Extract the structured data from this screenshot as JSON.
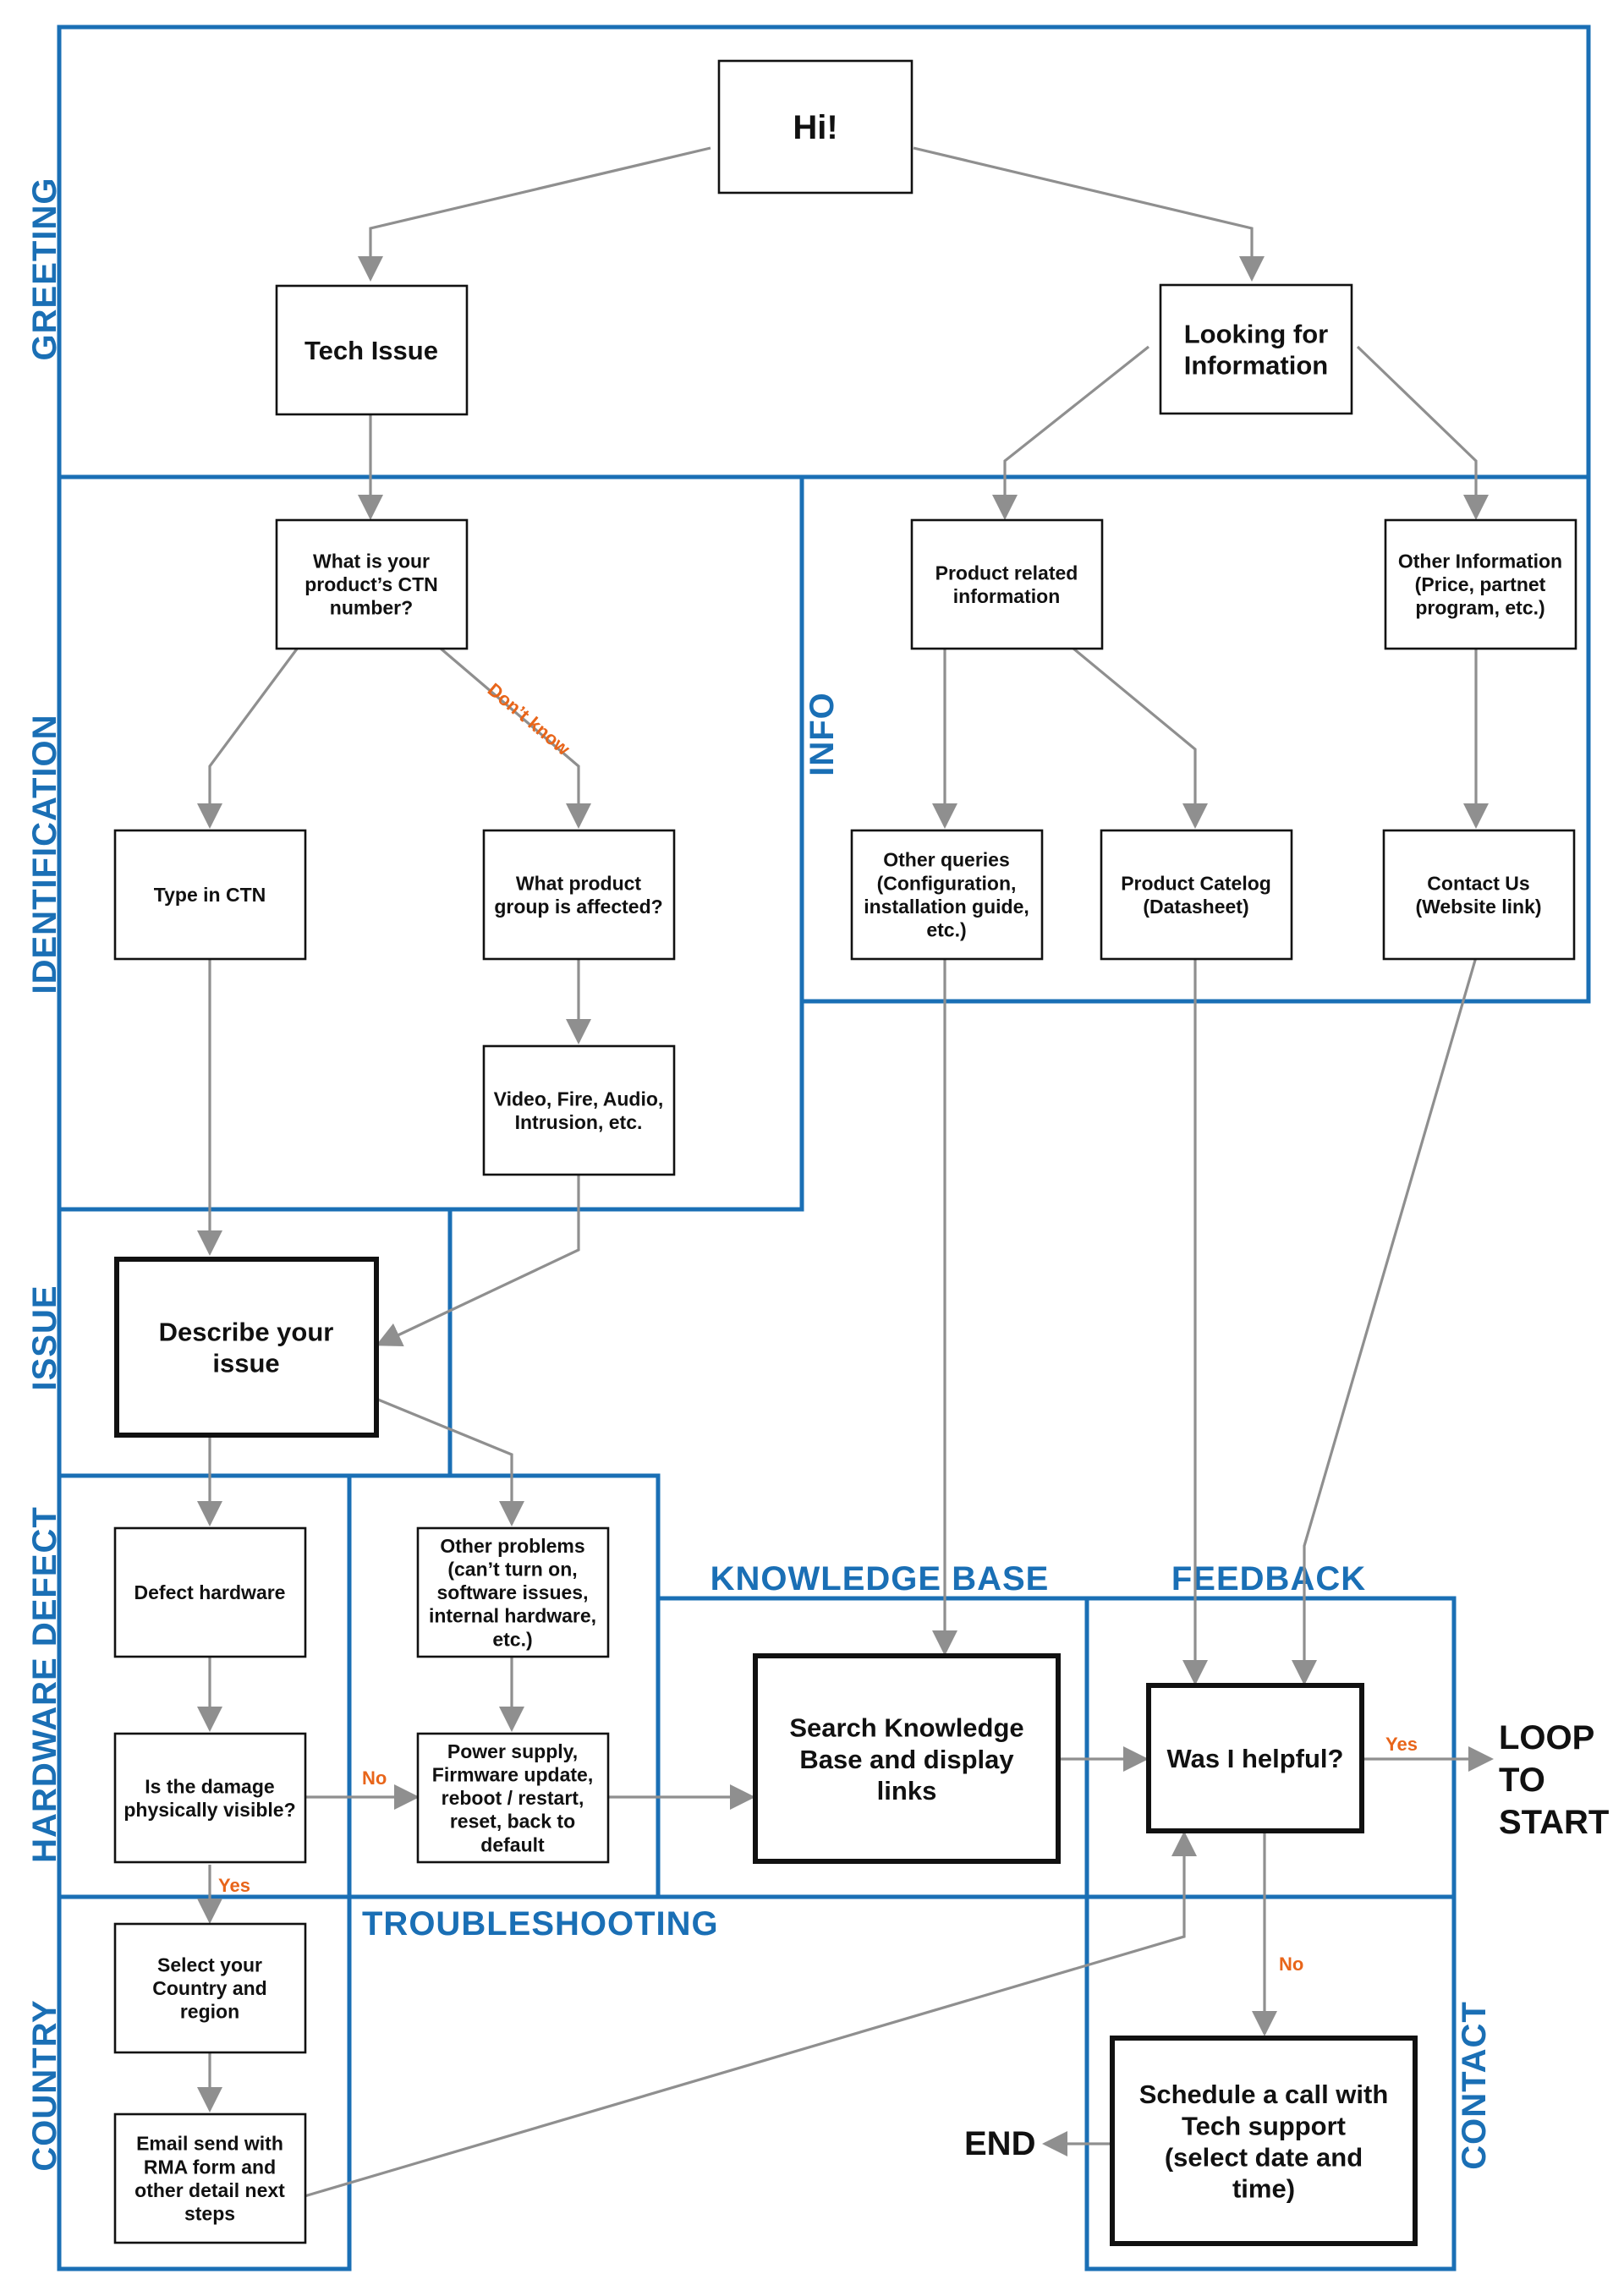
{
  "colors": {
    "region_border": "#1a6fb5",
    "edge": "#8f8f8f",
    "edge_label": "#e8651a",
    "node_border": "#111111"
  },
  "sections": {
    "greeting": "GREETING",
    "identification": "IDENTIFICATION",
    "info": "INFO",
    "issue": "ISSUE",
    "hardware_defect": "HARDWARE DEFECT",
    "knowledge_base": "KNOWLEDGE BASE",
    "feedback": "FEEDBACK",
    "troubleshooting": "TROUBLESHOOTING",
    "country": "COUNTRY",
    "contact": "CONTACT"
  },
  "nodes": {
    "hi": [
      "Hi!"
    ],
    "tech_issue": [
      "Tech Issue"
    ],
    "looking_info": [
      "Looking for",
      "Information"
    ],
    "ctn_question": [
      "What is your",
      "product’s CTN",
      "number?"
    ],
    "product_related": [
      "Product related",
      "information"
    ],
    "other_information": [
      "Other Information",
      "(Price, partnet",
      "program, etc.)"
    ],
    "type_ctn": [
      "Type in CTN"
    ],
    "product_group": [
      "What product",
      "group is affected?"
    ],
    "other_queries": [
      "Other queries",
      "(Configuration,",
      "installation guide,",
      "etc.)"
    ],
    "product_catalog": [
      "Product Catelog",
      "(Datasheet)"
    ],
    "contact_us": [
      "Contact Us",
      "(Website link)"
    ],
    "video_fire": [
      "Video, Fire, Audio,",
      "Intrusion, etc."
    ],
    "describe_issue": [
      "Describe your",
      "issue"
    ],
    "defect_hardware": [
      "Defect hardware"
    ],
    "other_problems": [
      "Other problems",
      "(can’t turn on,",
      "software issues,",
      "internal hardware,",
      "etc.)"
    ],
    "damage_visible": [
      "Is the damage",
      "physically visible?"
    ],
    "power_supply": [
      "Power supply,",
      "Firmware update,",
      "reboot / restart,",
      "reset, back to",
      "default"
    ],
    "search_kb": [
      "Search Knowledge",
      "Base and display",
      "links"
    ],
    "was_helpful": [
      "Was I helpful?"
    ],
    "select_country": [
      "Select your",
      "Country and",
      "region"
    ],
    "email_rma": [
      "Email send with",
      "RMA form and",
      "other detail next",
      "steps"
    ],
    "schedule_call": [
      "Schedule a call with",
      "Tech support",
      "(select date and",
      "time)"
    ]
  },
  "terminals": {
    "loop": [
      "LOOP",
      "TO",
      "START"
    ],
    "end": "END"
  },
  "edge_labels": {
    "dont_know": "Don’t know",
    "no_damage": "No",
    "yes_damage": "Yes",
    "yes_helpful": "Yes",
    "no_helpful": "No"
  }
}
